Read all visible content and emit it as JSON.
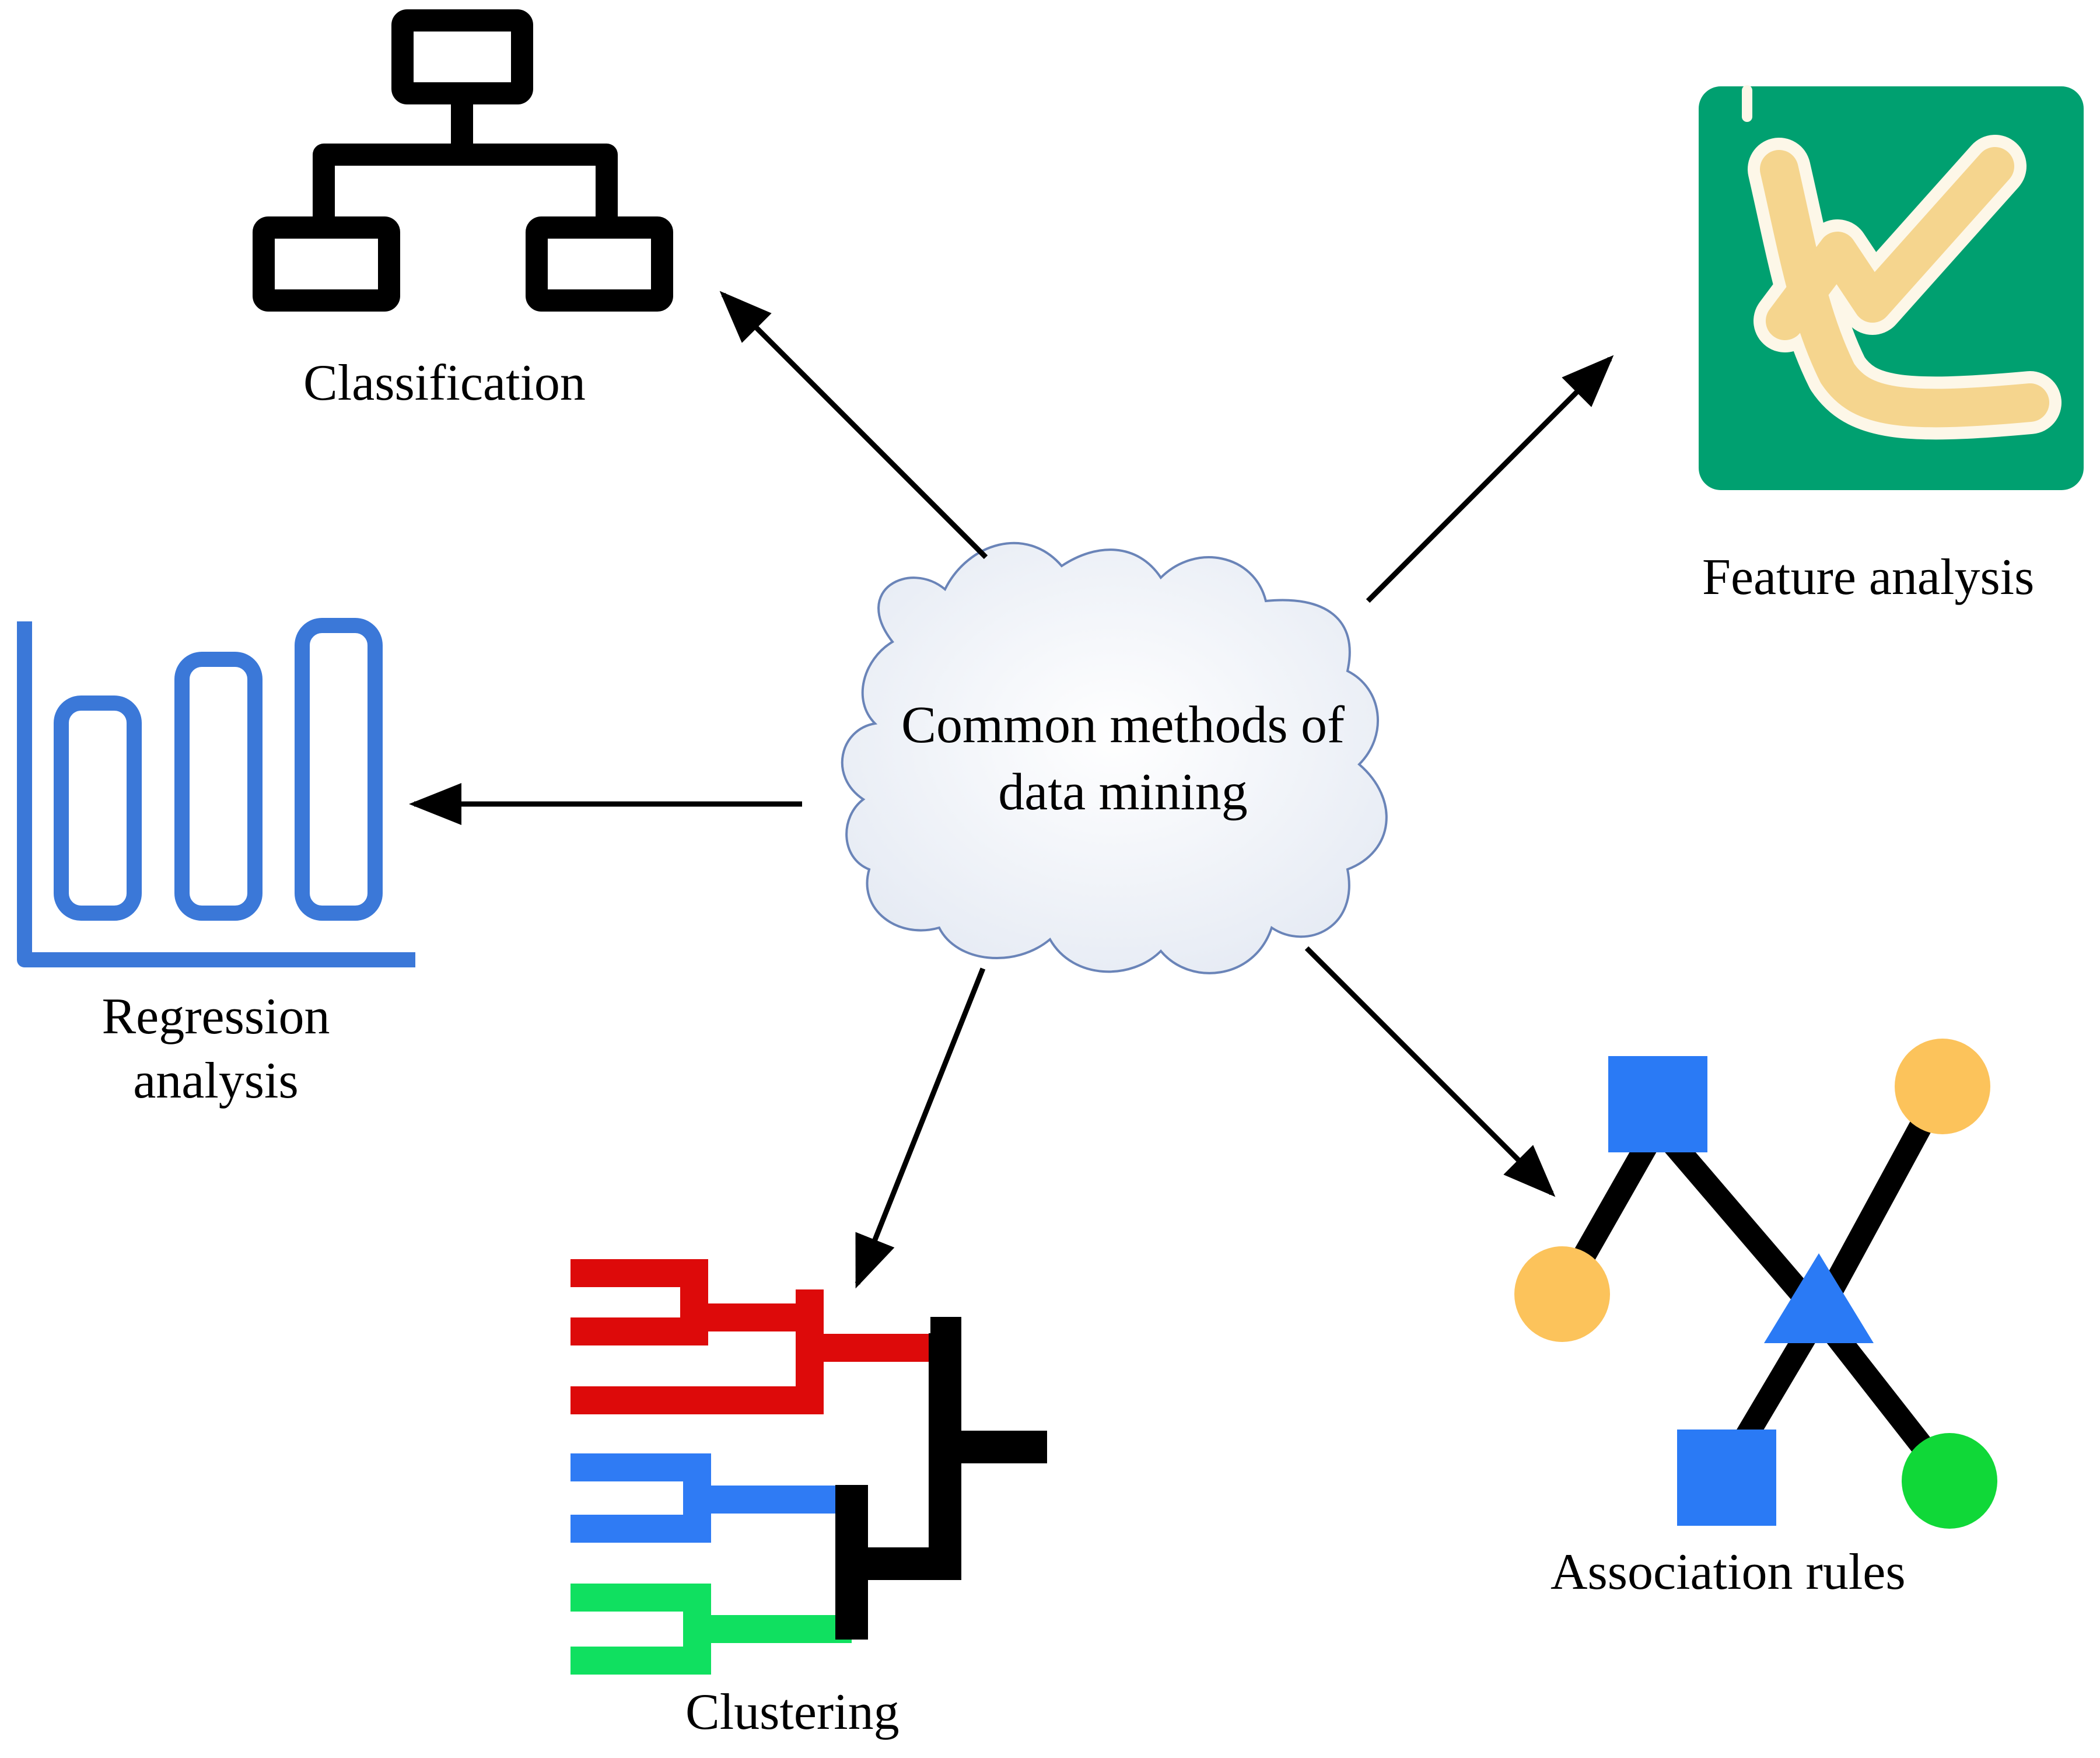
{
  "center": {
    "line1": "Common methods of",
    "line2": "data mining"
  },
  "nodes": {
    "classification": {
      "label": "Classification",
      "icon": "hierarchy-icon"
    },
    "feature_analysis": {
      "label": "Feature analysis",
      "icon": "feature-curve-icon"
    },
    "regression_analysis": {
      "label_line1": "Regression",
      "label_line2": "analysis",
      "icon": "bar-chart-icon"
    },
    "clustering": {
      "label": "Clustering",
      "icon": "dendrogram-icon"
    },
    "association_rules": {
      "label": "Association rules",
      "icon": "network-graph-icon"
    }
  },
  "colors": {
    "cloud_stroke": "#6a84b8",
    "feature_bg": "#00a070",
    "feature_curve": "#f5d58e",
    "regression_blue": "#3b78d8",
    "cluster_red": "#dd0a0a",
    "cluster_blue": "#2f7bf4",
    "cluster_green": "#10e060",
    "assoc_blue": "#2a7af5",
    "assoc_orange": "#fcc35b",
    "assoc_green": "#10d838"
  }
}
